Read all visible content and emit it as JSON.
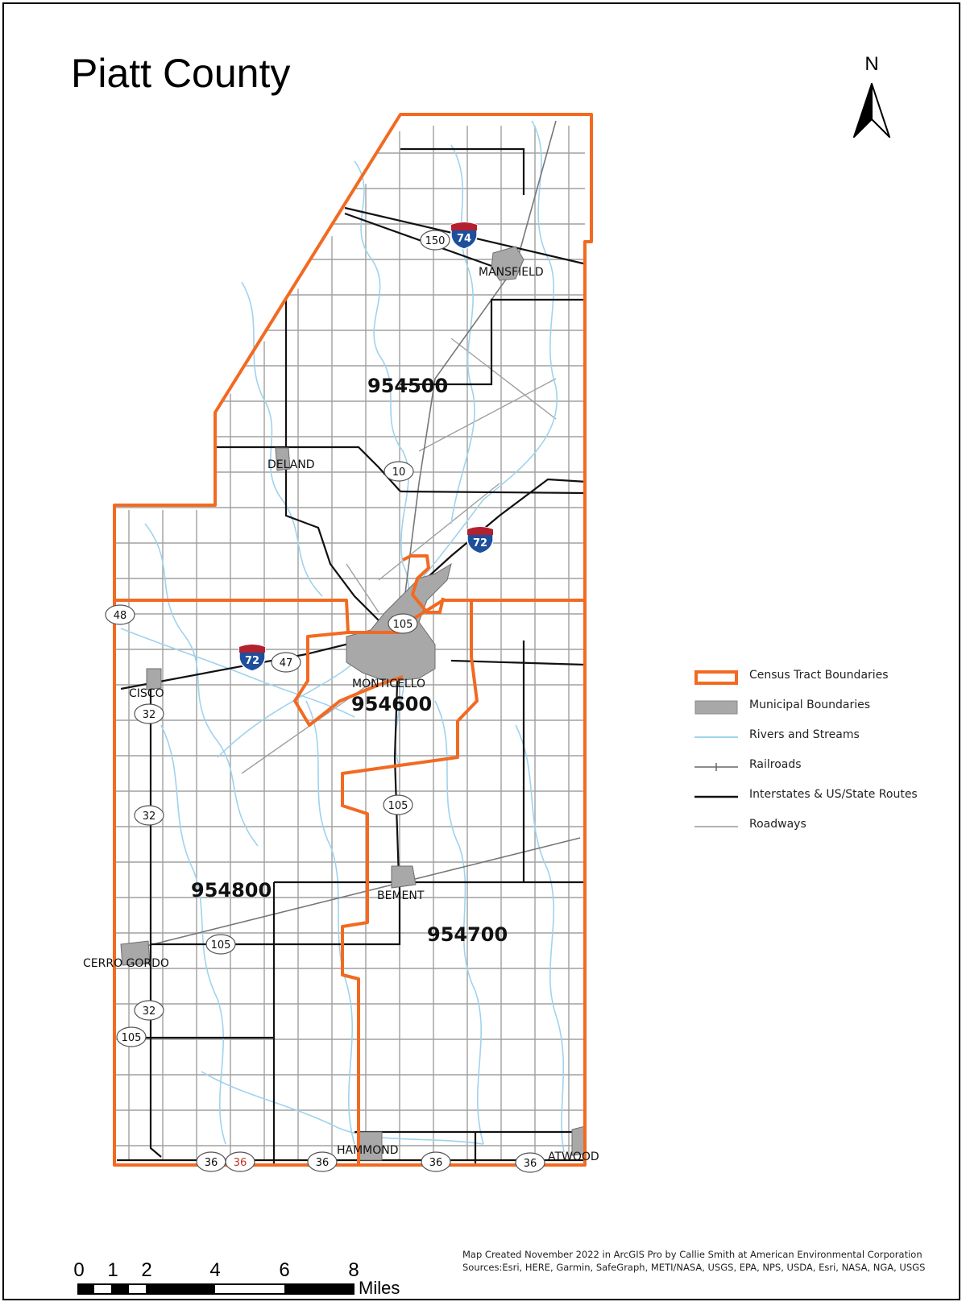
{
  "title": "Piatt County",
  "north_arrow": {
    "letter": "N",
    "icon": "north-arrow-icon"
  },
  "colors": {
    "tract_boundary": "#f26a21",
    "municipal_fill": "#a8a8a8",
    "rivers": "#9fd3ee",
    "routes": "#111111",
    "roadways": "#9a9a9a",
    "interstate_shield": "#1d4f9c",
    "interstate_shield_top": "#b3202e"
  },
  "census_tracts": [
    {
      "id": "954500",
      "label": "954500"
    },
    {
      "id": "954600",
      "label": "954600"
    },
    {
      "id": "954700",
      "label": "954700"
    },
    {
      "id": "954800",
      "label": "954800"
    }
  ],
  "places": [
    {
      "id": "mansfield",
      "label": "MANSFIELD"
    },
    {
      "id": "deland",
      "label": "DELAND"
    },
    {
      "id": "monticello",
      "label": "MONTICELLO"
    },
    {
      "id": "cisco",
      "label": "CISCO"
    },
    {
      "id": "bement",
      "label": "BEMENT"
    },
    {
      "id": "cerro-gordo",
      "label": "CERRO GORDO"
    },
    {
      "id": "hammond",
      "label": "HAMMOND"
    },
    {
      "id": "atwood",
      "label": "ATWOOD"
    }
  ],
  "shields": {
    "interstate": [
      "74",
      "72",
      "72"
    ],
    "us_route": [
      "150",
      "36",
      "36",
      "36",
      "36",
      "36"
    ],
    "state_route": [
      "10",
      "105",
      "48",
      "47",
      "32",
      "32",
      "32",
      "105",
      "105",
      "105"
    ]
  },
  "legend": {
    "items": [
      {
        "label": "Census Tract Boundaries",
        "symbol": "tract-boundary-swatch"
      },
      {
        "label": "Municipal Boundaries",
        "symbol": "municipal-swatch"
      },
      {
        "label": "Rivers and Streams",
        "symbol": "river-swatch"
      },
      {
        "label": "Railroads",
        "symbol": "railroad-swatch"
      },
      {
        "label": "Interstates & US/State Routes",
        "symbol": "route-swatch"
      },
      {
        "label": "Roadways",
        "symbol": "roadway-swatch"
      }
    ]
  },
  "scale_bar": {
    "ticks": [
      "0",
      "1",
      "2",
      "4",
      "6",
      "8"
    ],
    "unit": "Miles"
  },
  "credits": {
    "line1": "Map Created November 2022 in ArcGIS Pro by Callie Smith at American Environmental Corporation",
    "line2": "Sources:Esri, HERE, Garmin, SafeGraph, METI/NASA, USGS, EPA, NPS, USDA, Esri, NASA, NGA, USGS"
  }
}
